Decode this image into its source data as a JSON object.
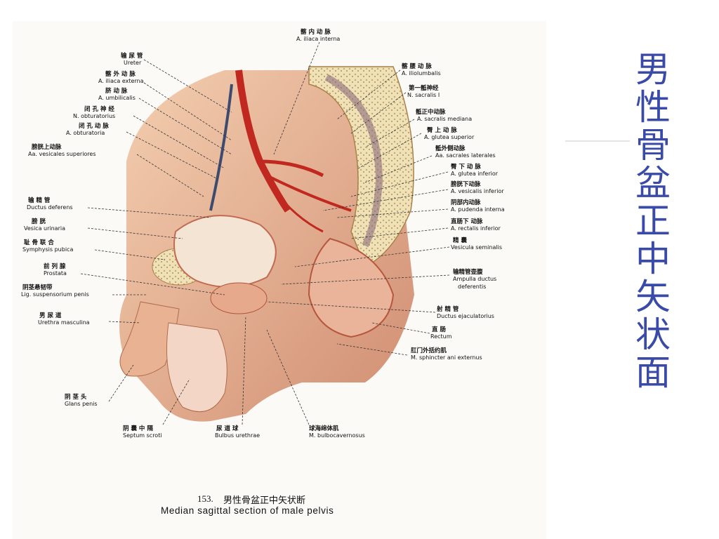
{
  "slide": {
    "title": "男性骨盆正中矢状面",
    "accent_color": "#3a4aa8"
  },
  "figure": {
    "caption_number": "153.",
    "caption_zh": "男性骨盆正中矢状断",
    "caption_en": "Median sagittal section of male pelvis",
    "labels_left": [
      {
        "zh": "输 尿 管",
        "en": "Ureter"
      },
      {
        "zh": "髂 外 动 脉",
        "en": "A. iliaca externa"
      },
      {
        "zh": "脐 动 脉",
        "en": "A. umbilicalis"
      },
      {
        "zh": "闭 孔 神 经",
        "en": "N. obturatorius"
      },
      {
        "zh": "闭 孔 动 脉",
        "en": "A. obturatoria"
      },
      {
        "zh": "膀胱上动脉",
        "en": "Aa. vesicales superiores"
      },
      {
        "zh": "输 精 管",
        "en": "Ductus deferens"
      },
      {
        "zh": "膀 胱",
        "en": "Vesica urinaria"
      },
      {
        "zh": "耻 骨 联 合",
        "en": "Symphysis pubica"
      },
      {
        "zh": "前 列 腺",
        "en": "Prostata"
      },
      {
        "zh": "阴茎悬韧带",
        "en": "Lig. suspensorium penis"
      },
      {
        "zh": "男 尿 道",
        "en": "Urethra masculina"
      },
      {
        "zh": "阴 茎 头",
        "en": "Glans penis"
      }
    ],
    "labels_top": [
      {
        "zh": "髂 内 动 脉",
        "en": "A. iliaca interna"
      }
    ],
    "labels_right": [
      {
        "zh": "髂 腰 动 脉",
        "en": "A. iliolumbalis"
      },
      {
        "zh": "第一骶神经",
        "en": "N. sacralis I"
      },
      {
        "zh": "骶正中动脉",
        "en": "A. sacralis mediana"
      },
      {
        "zh": "臀 上 动 脉",
        "en": "A. glutea superior"
      },
      {
        "zh": "骶外侧动脉",
        "en": "Aa. sacrales laterales"
      },
      {
        "zh": "臀 下 动 脉",
        "en": "A. glutea inferior"
      },
      {
        "zh": "膀胱下动脉",
        "en": "A. vesicalis inferior"
      },
      {
        "zh": "阴部内动脉",
        "en": "A. pudenda interna"
      },
      {
        "zh": "直肠下 动脉",
        "en": "A. rectalis inferior"
      },
      {
        "zh": "精 囊",
        "en": "Vesicula seminalis"
      },
      {
        "zh": "输精管壶腹",
        "en": "Ampulla ductus",
        "en2": "deferentis"
      },
      {
        "zh": "射 精 管",
        "en": "Ductus ejaculatorius"
      },
      {
        "zh": "直 肠",
        "en": "Rectum"
      },
      {
        "zh": "肛门外括约肌",
        "en": "M. sphincter ani externus"
      }
    ],
    "labels_bottom": [
      {
        "zh": "阴 囊 中 隔",
        "en": "Septum scroti"
      },
      {
        "zh": "尿 道 球",
        "en": "Bulbus urethrae"
      },
      {
        "zh": "球海绵体肌",
        "en": "M. bulbocavernosus"
      }
    ]
  }
}
